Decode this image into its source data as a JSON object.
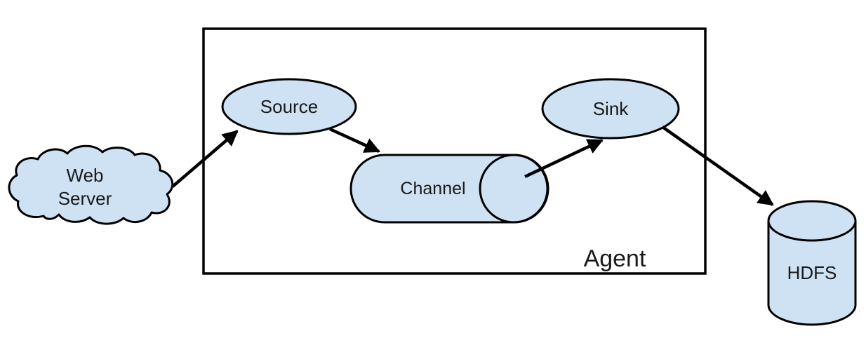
{
  "diagram": {
    "background": "#ffffff",
    "colors": {
      "node_fill": "#cfe2f3",
      "outline": "#000000",
      "text": "#1a1a1a"
    },
    "agent": {
      "label": "Agent"
    },
    "nodes": {
      "web_server": {
        "type": "cloud",
        "label": "Web Server",
        "label_lines": [
          "Web",
          "Server"
        ]
      },
      "source": {
        "type": "ellipse",
        "label": "Source",
        "inside_agent": true
      },
      "channel": {
        "type": "horizontal-cylinder",
        "label": "Channel",
        "inside_agent": true
      },
      "sink": {
        "type": "ellipse",
        "label": "Sink",
        "inside_agent": true
      },
      "hdfs": {
        "type": "vertical-cylinder",
        "label": "HDFS"
      }
    },
    "edges": [
      {
        "from": "Web Server",
        "to": "Source"
      },
      {
        "from": "Source",
        "to": "Channel"
      },
      {
        "from": "Channel",
        "to": "Sink"
      },
      {
        "from": "Sink",
        "to": "HDFS"
      }
    ]
  }
}
